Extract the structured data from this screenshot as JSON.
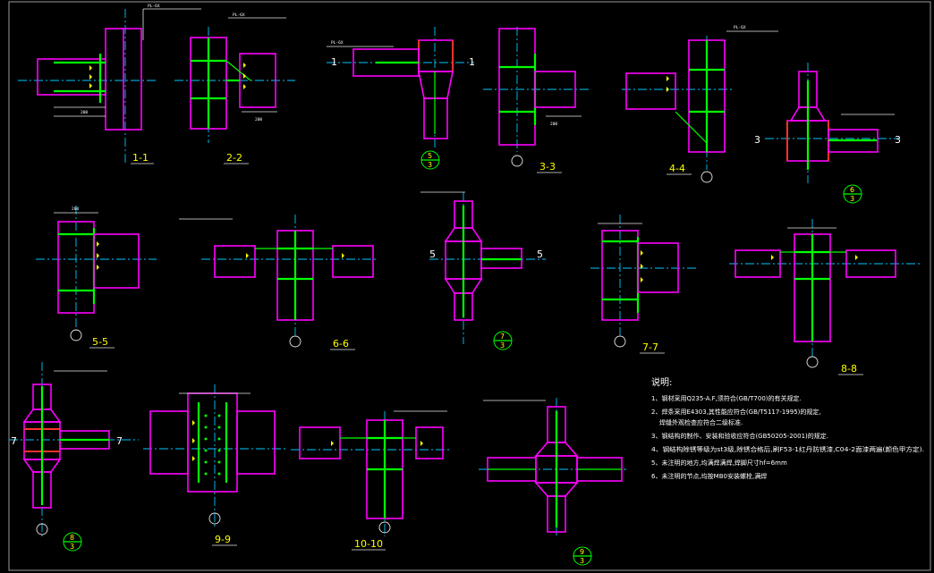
{
  "colors": {
    "background": "#000000",
    "column_beam": "#ff00ff",
    "stiffener": "#00ff00",
    "flange_weld": "#ff3030",
    "axis": "#00c8ff",
    "dimension": "#e6e6e6",
    "titles": "#ffff00",
    "notes": "#ffffff"
  },
  "sections": [
    {
      "id": "s11",
      "title": "1-1"
    },
    {
      "id": "s22",
      "title": "2-2"
    },
    {
      "id": "s33",
      "title": "3-3"
    },
    {
      "id": "s44",
      "title": "4-4"
    },
    {
      "id": "s55",
      "title": "5-5"
    },
    {
      "id": "s66",
      "title": "6-6"
    },
    {
      "id": "s77",
      "title": "7-7"
    },
    {
      "id": "s88",
      "title": "8-8"
    },
    {
      "id": "s99",
      "title": "9-9"
    },
    {
      "id": "s1010",
      "title": "10-10"
    }
  ],
  "detail_symbols": [
    {
      "id": "d5",
      "top": "5",
      "bottom": "3"
    },
    {
      "id": "d6",
      "top": "6",
      "bottom": "3"
    },
    {
      "id": "d7",
      "top": "7",
      "bottom": "3"
    },
    {
      "id": "d8",
      "top": "8",
      "bottom": "3"
    },
    {
      "id": "d9",
      "top": "9",
      "bottom": "3"
    }
  ],
  "cut_marks": {
    "c1": "1",
    "c3": "3",
    "c5": "5",
    "c7": "7"
  },
  "notes": {
    "title": "说明:",
    "items": [
      "1、钢材采用Q235-A.F,须符合(GB/T700)的有关规定.",
      "2、焊条采用E4303,其性能应符合(GB/T5117-1995)的规定,",
      "焊缝外观检查应符合二级标准.",
      "3、钢结构的制作、安装和验收应符合(GB50205-2001)的规定.",
      "4、钢结构除锈等级为st3级,除锈合格后,刷F53-1红丹防锈漆,C04-2面漆两遍(颜色甲方定).",
      "5、未注明的地方,均满焊满焊,焊脚尺寸hf=6mm",
      "6、未注明的节点,均按MB0安装螺栓,满焊"
    ]
  },
  "annotations": {
    "pl": "PL-6X",
    "dim": "200"
  }
}
